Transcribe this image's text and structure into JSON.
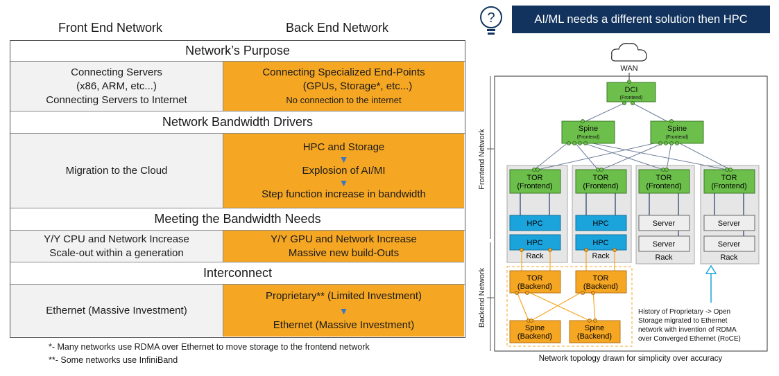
{
  "headers": {
    "front": "Front End Network",
    "back": "Back End Network"
  },
  "sections": [
    {
      "title": "Network’s Purpose",
      "left": [
        "Connecting Servers",
        "(x86, ARM, etc...)",
        "Connecting Servers to Internet"
      ],
      "right": [
        "Connecting Specialized End-Points",
        "(GPUs, Storage*, etc...)",
        "No connection to the internet"
      ]
    },
    {
      "title": "Network Bandwidth Drivers",
      "left": [
        "Migration to the Cloud"
      ],
      "right": [
        "HPC and Storage",
        "Explosion of AI/MI",
        "Step function increase in bandwidth"
      ]
    },
    {
      "title": "Meeting the Bandwidth Needs",
      "left": [
        "Y/Y CPU and Network Increase",
        "Scale-out within a generation"
      ],
      "right": [
        "Y/Y GPU and Network Increase",
        "Massive new build-Outs"
      ]
    },
    {
      "title": "Interconnect",
      "left": [
        "Ethernet (Massive Investment)"
      ],
      "right": [
        "Proprietary** (Limited Investment)",
        "Ethernet (Massive Investment)"
      ]
    }
  ],
  "footnotes": [
    "*- Many networks use RDMA over Ethernet to move storage to the frontend network",
    "**- Some networks use InfiniBand"
  ],
  "banner": "AI/ML needs a different solution then HPC",
  "diagram": {
    "wan": "WAN",
    "dci": {
      "name": "DCI",
      "sub": "(Frontend)"
    },
    "spine_front": {
      "name": "Spine",
      "sub": "(Frontend)"
    },
    "tor_front": {
      "name": "TOR",
      "sub": "(Frontend)"
    },
    "hpc": "HPC",
    "server": "Server",
    "rack": "Rack",
    "tor_back": {
      "name": "TOR",
      "sub": "(Backend)"
    },
    "spine_back": {
      "name": "Spine",
      "sub": "(Backend)"
    },
    "frontend_label": "Frontend Network",
    "backend_label": "Backend Network",
    "note": [
      "History of Proprietary -> Open",
      "Storage migrated to Ethernet",
      "network with invention of RDMA",
      "over Converged Ethernet (RoCE)"
    ],
    "caption": "Network topology drawn for simplicity over accuracy",
    "colors": {
      "green": "#6cbf4a",
      "blue": "#1ba3dc",
      "orange": "#f5a623",
      "gray": "#e6e6e6"
    }
  }
}
